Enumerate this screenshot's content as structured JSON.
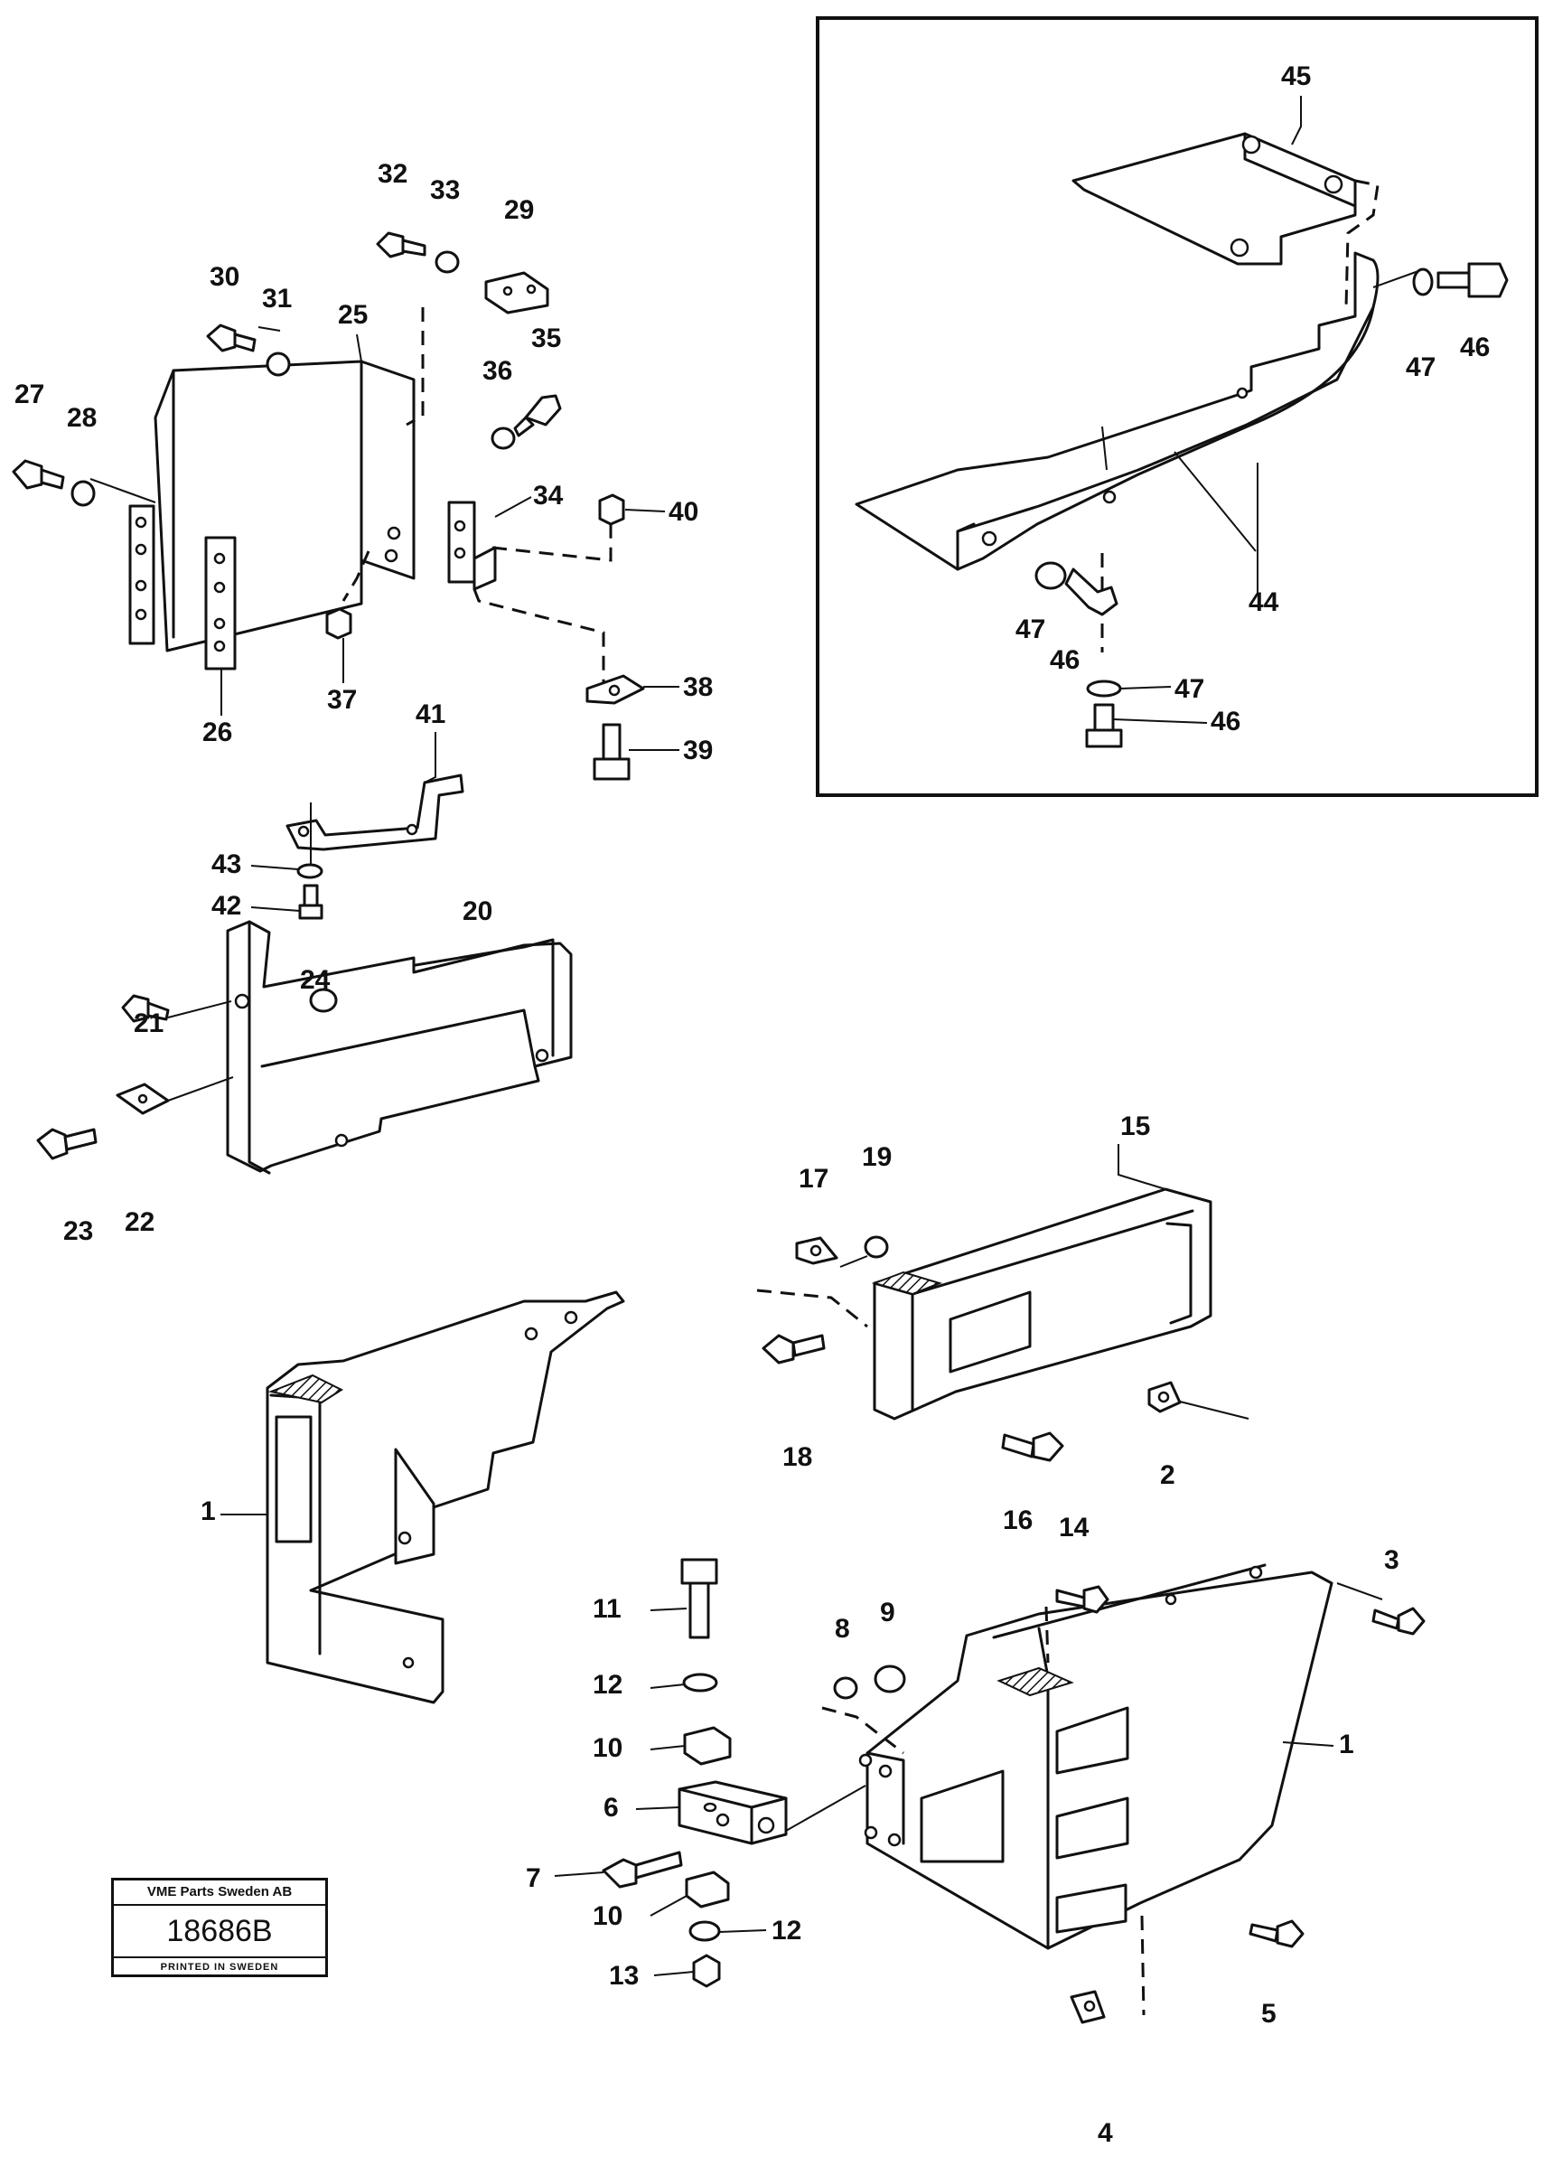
{
  "callouts": {
    "p1a": "1",
    "p1b": "1",
    "p2": "2",
    "p3": "3",
    "p4": "4",
    "p5": "5",
    "p6": "6",
    "p7": "7",
    "p8": "8",
    "p9": "9",
    "p10a": "10",
    "p10b": "10",
    "p11": "11",
    "p12a": "12",
    "p12b": "12",
    "p13": "13",
    "p14": "14",
    "p15": "15",
    "p16": "16",
    "p17": "17",
    "p18": "18",
    "p19": "19",
    "p20": "20",
    "p21": "21",
    "p22": "22",
    "p23": "23",
    "p24": "24",
    "p25": "25",
    "p26": "26",
    "p27": "27",
    "p28": "28",
    "p29": "29",
    "p30": "30",
    "p31": "31",
    "p32": "32",
    "p33": "33",
    "p34": "34",
    "p35": "35",
    "p36": "36",
    "p37": "37",
    "p38": "38",
    "p39": "39",
    "p40": "40",
    "p41": "41",
    "p42": "42",
    "p43": "43",
    "p44": "44",
    "p45": "45",
    "p46a": "46",
    "p46b": "46",
    "p46c": "46",
    "p47a": "47",
    "p47b": "47",
    "p47c": "47"
  },
  "stamp": {
    "company": "VME Parts Sweden AB",
    "number": "18686B",
    "printed": "PRINTED IN SWEDEN"
  }
}
